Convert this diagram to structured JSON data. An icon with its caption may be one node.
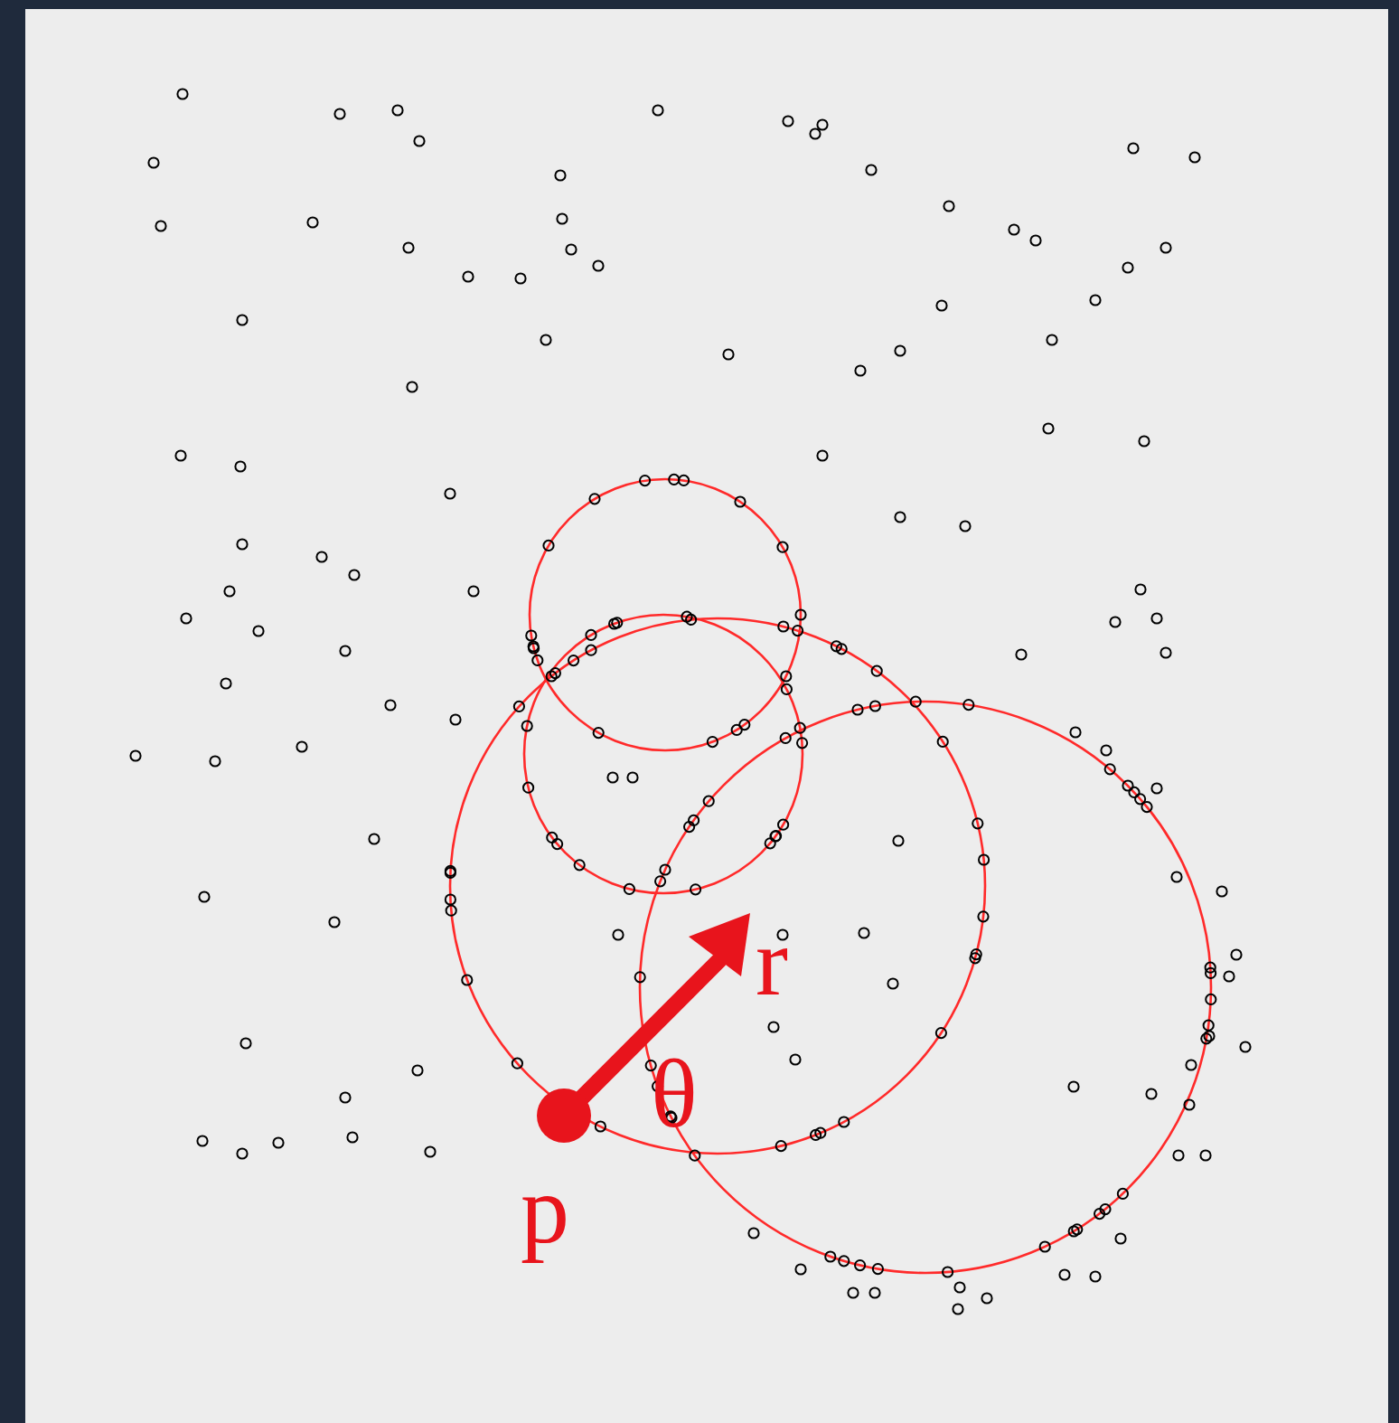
{
  "diagram": {
    "labels": [
      "r",
      "θ",
      "p"
    ]
  }
}
